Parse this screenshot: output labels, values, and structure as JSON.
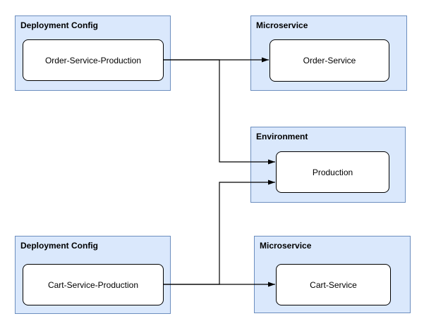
{
  "diagram": {
    "tool": "drawio-style-diagram",
    "background": "#ffffff",
    "colors": {
      "group_fill": "#dae8fc",
      "group_border": "#6c8ebf",
      "node_fill": "#ffffff",
      "node_border": "#000000",
      "edge_color": "#000000"
    },
    "groups": [
      {
        "label": "Deployment Config",
        "node": "Order-Service-Production"
      },
      {
        "label": "Microservice",
        "node": "Order-Service"
      },
      {
        "label": "Environment",
        "node": "Production"
      },
      {
        "label": "Deployment Config",
        "node": "Cart-Service-Production"
      },
      {
        "label": "Microservice",
        "node": "Cart-Service"
      }
    ],
    "edges": [
      {
        "from": "Order-Service-Production",
        "to": "Order-Service",
        "style": "orthogonal-arrow"
      },
      {
        "from": "Order-Service-Production",
        "to": "Production",
        "style": "orthogonal-arrow"
      },
      {
        "from": "Cart-Service-Production",
        "to": "Production",
        "style": "orthogonal-arrow"
      },
      {
        "from": "Cart-Service-Production",
        "to": "Cart-Service",
        "style": "orthogonal-arrow"
      }
    ]
  }
}
